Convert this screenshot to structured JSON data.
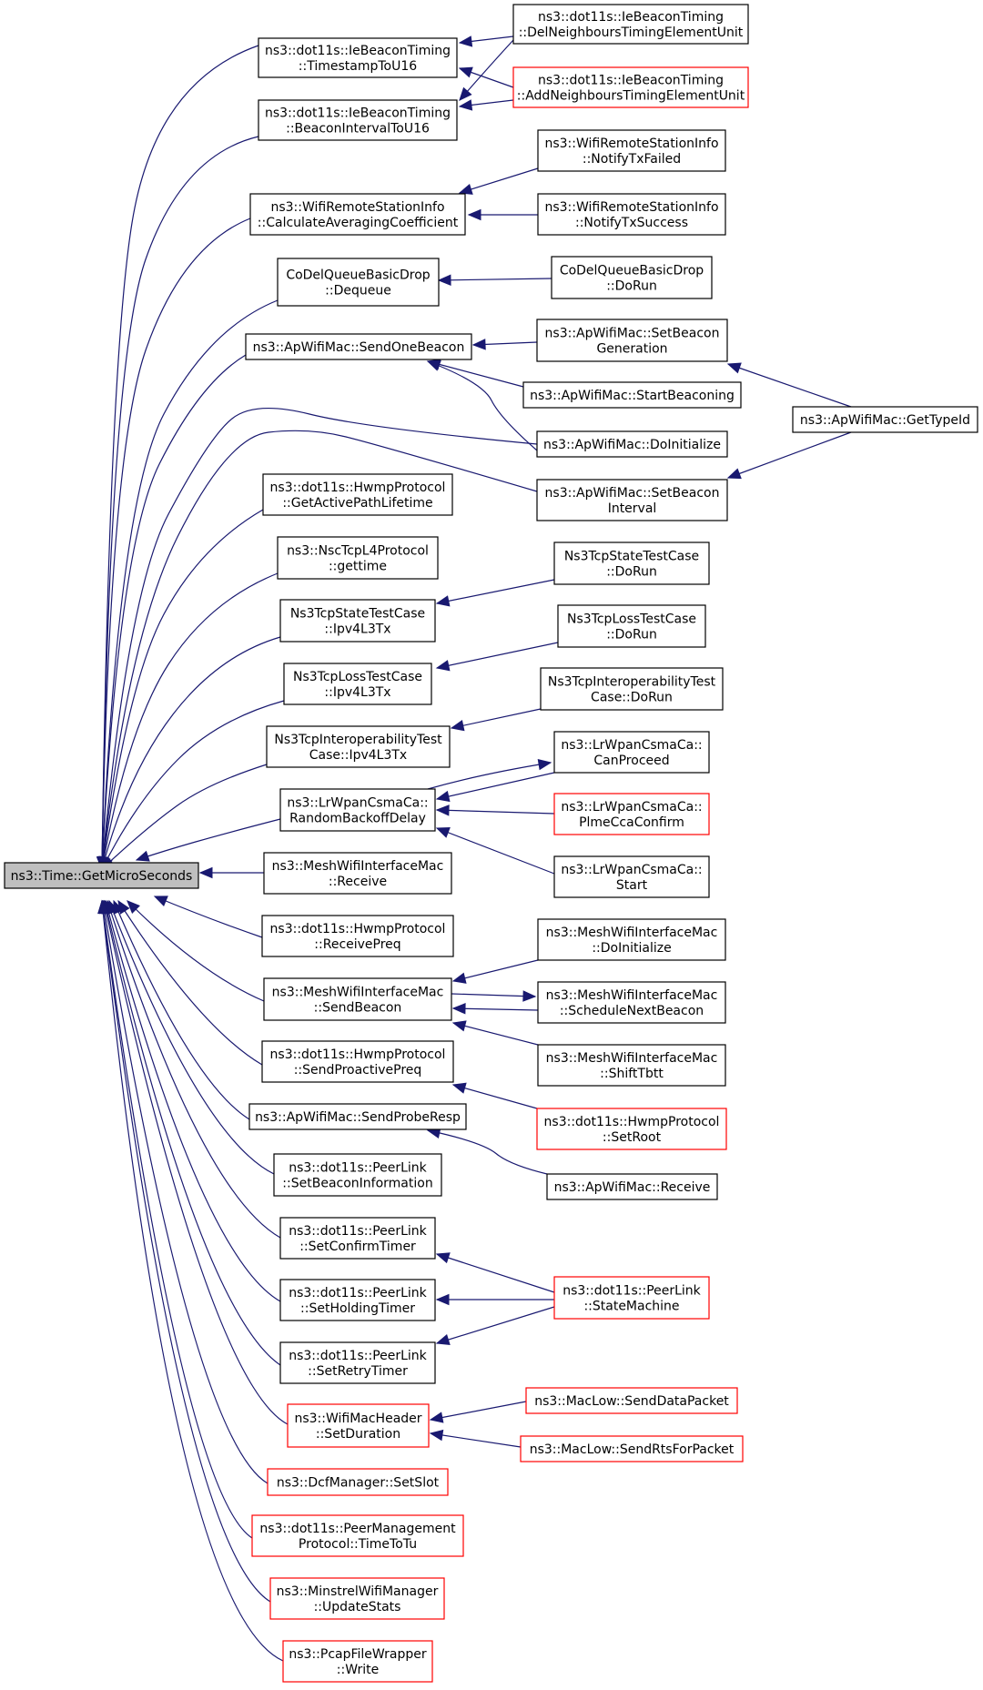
{
  "colors": {
    "edge": "#191970",
    "node_border": "#000000",
    "node_border_warn": "#ff0000",
    "root_fill": "#bfbfbf"
  },
  "nodes": {
    "root": {
      "lines": [
        "ns3::Time::GetMicroSeconds"
      ],
      "style": "root"
    },
    "ts16": {
      "lines": [
        "ns3::dot11s::IeBeaconTiming",
        "::TimestampToU16"
      ],
      "style": "normal"
    },
    "bi16": {
      "lines": [
        "ns3::dot11s::IeBeaconTiming",
        "::BeaconIntervalToU16"
      ],
      "style": "normal"
    },
    "calc": {
      "lines": [
        "ns3::WifiRemoteStationInfo",
        "::CalculateAveragingCoefficient"
      ],
      "style": "normal"
    },
    "codeldq": {
      "lines": [
        "CoDelQueueBasicDrop",
        "::Dequeue"
      ],
      "style": "normal"
    },
    "sob": {
      "lines": [
        "ns3::ApWifiMac::SendOneBeacon"
      ],
      "style": "normal"
    },
    "apl": {
      "lines": [
        "ns3::dot11s::HwmpProtocol",
        "::GetActivePathLifetime"
      ],
      "style": "normal"
    },
    "nsc": {
      "lines": [
        "ns3::NscTcpL4Protocol",
        "::gettime"
      ],
      "style": "normal"
    },
    "stateipv4": {
      "lines": [
        "Ns3TcpStateTestCase",
        "::Ipv4L3Tx"
      ],
      "style": "normal"
    },
    "lossipv4": {
      "lines": [
        "Ns3TcpLossTestCase",
        "::Ipv4L3Tx"
      ],
      "style": "normal"
    },
    "interipv4": {
      "lines": [
        "Ns3TcpInteroperabilityTest",
        "Case::Ipv4L3Tx"
      ],
      "style": "normal"
    },
    "rbd": {
      "lines": [
        "ns3::LrWpanCsmaCa::",
        "RandomBackoffDelay"
      ],
      "style": "normal"
    },
    "mwrecv": {
      "lines": [
        "ns3::MeshWifiInterfaceMac",
        "::Receive"
      ],
      "style": "normal"
    },
    "rpreq": {
      "lines": [
        "ns3::dot11s::HwmpProtocol",
        "::ReceivePreq"
      ],
      "style": "normal"
    },
    "sendbeacon": {
      "lines": [
        "ns3::MeshWifiInterfaceMac",
        "::SendBeacon"
      ],
      "style": "normal"
    },
    "sppreq": {
      "lines": [
        "ns3::dot11s::HwmpProtocol",
        "::SendProactivePreq"
      ],
      "style": "normal"
    },
    "spr": {
      "lines": [
        "ns3::ApWifiMac::SendProbeResp"
      ],
      "style": "normal"
    },
    "sbi": {
      "lines": [
        "ns3::dot11s::PeerLink",
        "::SetBeaconInformation"
      ],
      "style": "normal"
    },
    "sct": {
      "lines": [
        "ns3::dot11s::PeerLink",
        "::SetConfirmTimer"
      ],
      "style": "normal"
    },
    "sht": {
      "lines": [
        "ns3::dot11s::PeerLink",
        "::SetHoldingTimer"
      ],
      "style": "normal"
    },
    "srt": {
      "lines": [
        "ns3::dot11s::PeerLink",
        "::SetRetryTimer"
      ],
      "style": "normal"
    },
    "sdur": {
      "lines": [
        "ns3::WifiMacHeader",
        "::SetDuration"
      ],
      "style": "warn"
    },
    "slot": {
      "lines": [
        "ns3::DcfManager::SetSlot"
      ],
      "style": "warn"
    },
    "ttt": {
      "lines": [
        "ns3::dot11s::PeerManagement",
        "Protocol::TimeToTu"
      ],
      "style": "warn"
    },
    "ust": {
      "lines": [
        "ns3::MinstrelWifiManager",
        "::UpdateStats"
      ],
      "style": "warn"
    },
    "pcap": {
      "lines": [
        "ns3::PcapFileWrapper",
        "::Write"
      ],
      "style": "warn"
    },
    "delnb": {
      "lines": [
        "ns3::dot11s::IeBeaconTiming",
        "::DelNeighboursTimingElementUnit"
      ],
      "style": "normal"
    },
    "addnb": {
      "lines": [
        "ns3::dot11s::IeBeaconTiming",
        "::AddNeighboursTimingElementUnit"
      ],
      "style": "warn"
    },
    "txfail": {
      "lines": [
        "ns3::WifiRemoteStationInfo",
        "::NotifyTxFailed"
      ],
      "style": "normal"
    },
    "txsucc": {
      "lines": [
        "ns3::WifiRemoteStationInfo",
        "::NotifyTxSuccess"
      ],
      "style": "normal"
    },
    "codelrun": {
      "lines": [
        "CoDelQueueBasicDrop",
        "::DoRun"
      ],
      "style": "normal"
    },
    "sbg": {
      "lines": [
        "ns3::ApWifiMac::SetBeacon",
        "Generation"
      ],
      "style": "normal"
    },
    "stb": {
      "lines": [
        "ns3::ApWifiMac::StartBeaconing"
      ],
      "style": "normal"
    },
    "apinit": {
      "lines": [
        "ns3::ApWifiMac::DoInitialize"
      ],
      "style": "normal"
    },
    "sbint": {
      "lines": [
        "ns3::ApWifiMac::SetBeacon",
        "Interval"
      ],
      "style": "normal"
    },
    "gettid": {
      "lines": [
        "ns3::ApWifiMac::GetTypeId"
      ],
      "style": "normal"
    },
    "staterun": {
      "lines": [
        "Ns3TcpStateTestCase",
        "::DoRun"
      ],
      "style": "normal"
    },
    "lossrun": {
      "lines": [
        "Ns3TcpLossTestCase",
        "::DoRun"
      ],
      "style": "normal"
    },
    "interrun": {
      "lines": [
        "Ns3TcpInteroperabilityTest",
        "Case::DoRun"
      ],
      "style": "normal"
    },
    "canproc": {
      "lines": [
        "ns3::LrWpanCsmaCa::",
        "CanProceed"
      ],
      "style": "normal"
    },
    "plmecca": {
      "lines": [
        "ns3::LrWpanCsmaCa::",
        "PlmeCcaConfirm"
      ],
      "style": "warn"
    },
    "lrstart": {
      "lines": [
        "ns3::LrWpanCsmaCa::",
        "Start"
      ],
      "style": "normal"
    },
    "mwinit": {
      "lines": [
        "ns3::MeshWifiInterfaceMac",
        "::DoInitialize"
      ],
      "style": "normal"
    },
    "schednb": {
      "lines": [
        "ns3::MeshWifiInterfaceMac",
        "::ScheduleNextBeacon"
      ],
      "style": "normal"
    },
    "shifttbtt": {
      "lines": [
        "ns3::MeshWifiInterfaceMac",
        "::ShiftTbtt"
      ],
      "style": "normal"
    },
    "setroot": {
      "lines": [
        "ns3::dot11s::HwmpProtocol",
        "::SetRoot"
      ],
      "style": "warn"
    },
    "aprecv": {
      "lines": [
        "ns3::ApWifiMac::Receive"
      ],
      "style": "normal"
    },
    "statem": {
      "lines": [
        "ns3::dot11s::PeerLink",
        "::StateMachine"
      ],
      "style": "warn"
    },
    "sdp": {
      "lines": [
        "ns3::MacLow::SendDataPacket"
      ],
      "style": "warn"
    },
    "srts": {
      "lines": [
        "ns3::MacLow::SendRtsForPacket"
      ],
      "style": "warn"
    }
  }
}
